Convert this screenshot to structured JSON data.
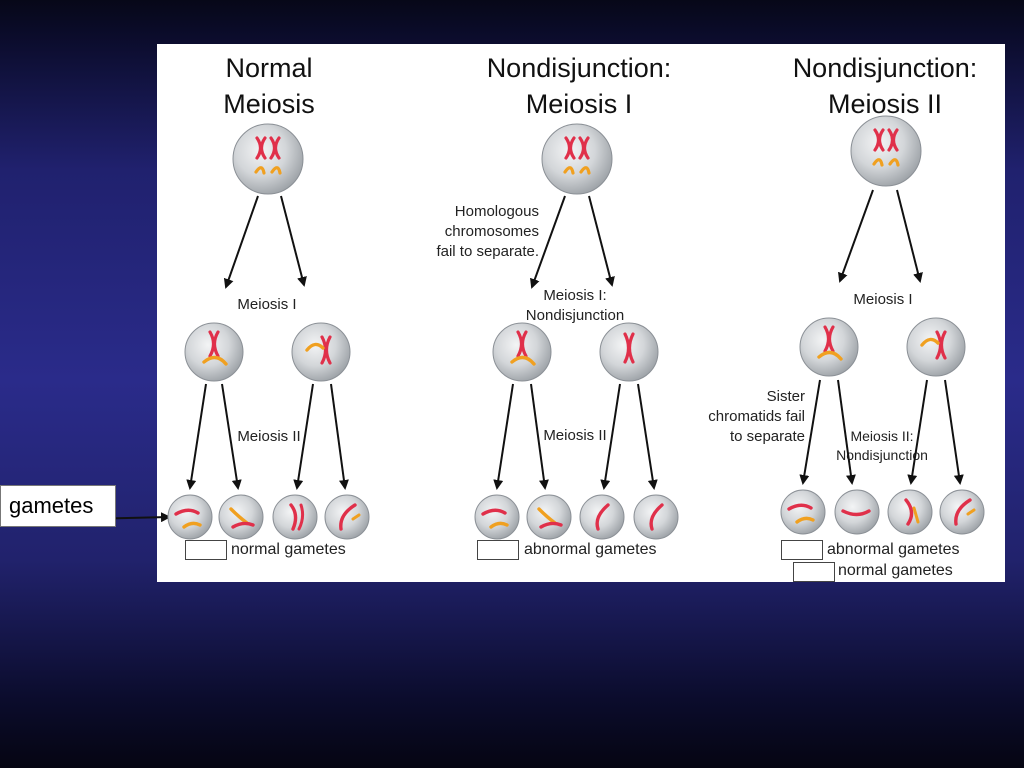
{
  "columns": [
    {
      "title": [
        "Normal",
        "Meiosis"
      ]
    },
    {
      "title": [
        "Nondisjunction:",
        "Meiosis I"
      ]
    },
    {
      "title": [
        "Nondisjunction:",
        "Meiosis II"
      ]
    }
  ],
  "labels": {
    "meiosis_i": "Meiosis I",
    "meiosis_ii": "Meiosis II",
    "meiosis_i_nondisjunction": [
      "Meiosis I:",
      "Nondisjunction"
    ],
    "meiosis_ii_nondisjunction": [
      "Meiosis II:",
      "Nondisjunction"
    ],
    "homologous_fail": [
      "Homologous",
      "chromosomes",
      "fail to separate."
    ],
    "sister_fail": [
      "Sister",
      "chromatids fail",
      "to separate"
    ]
  },
  "legend": {
    "normal_gametes": "normal gametes",
    "abnormal_gametes": "abnormal gametes"
  },
  "answer": {
    "text": "gametes"
  },
  "colors": {
    "chromosome_red": "#e0304a",
    "chromosome_orange": "#f0a020",
    "cell_fill": "#c9cccf",
    "arrow": "#111111"
  }
}
